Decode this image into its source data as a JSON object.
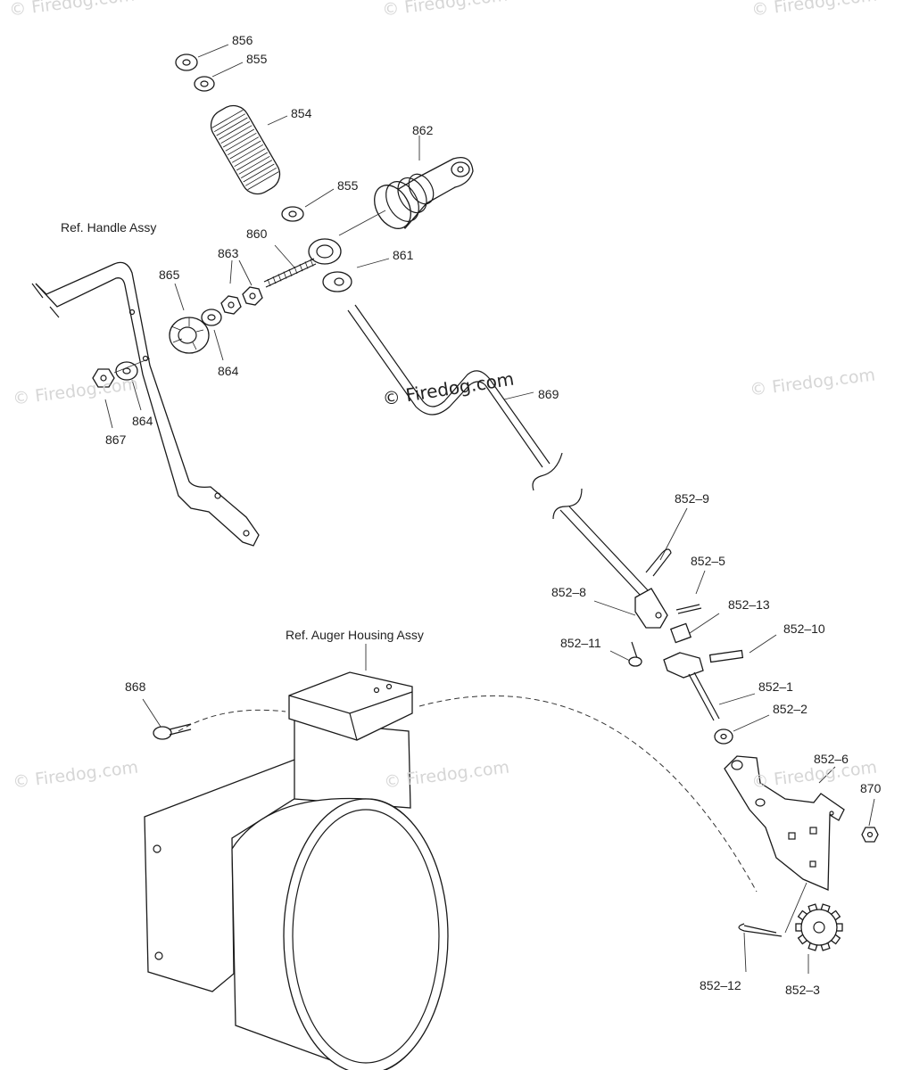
{
  "diagram": {
    "reference_labels": {
      "handle_assy": "Ref. Handle Assy",
      "auger_housing_assy": "Ref. Auger Housing Assy"
    },
    "watermark": "© Firedog.com",
    "part_labels": [
      "856",
      "855",
      "854",
      "855",
      "862",
      "860",
      "863",
      "861",
      "865",
      "864",
      "864",
      "867",
      "869",
      "852–9",
      "852–5",
      "852–8",
      "852–13",
      "852–10",
      "852–11",
      "868",
      "852–1",
      "852–2",
      "852–6",
      "870",
      "852–12",
      "852–3"
    ]
  }
}
